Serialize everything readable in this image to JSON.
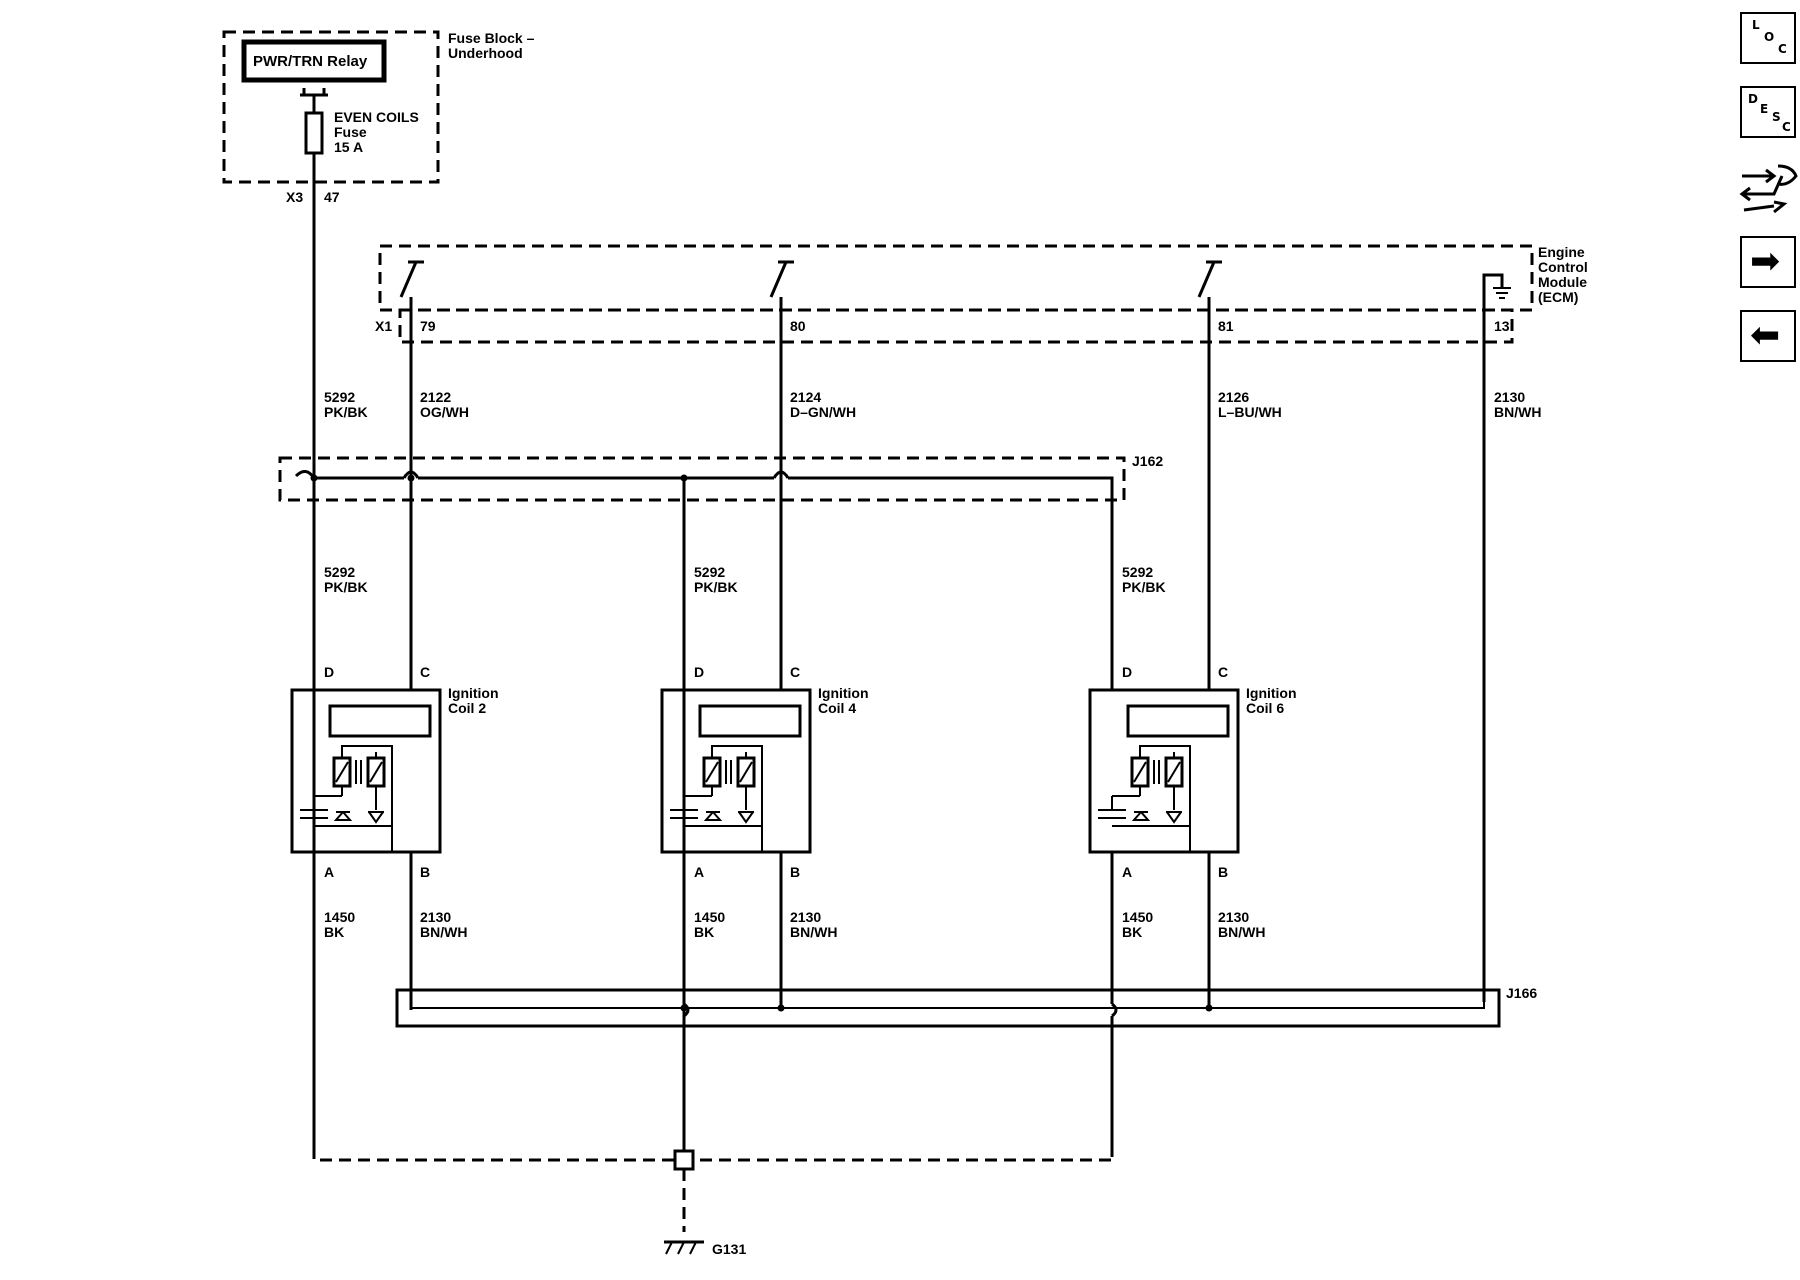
{
  "fuse_block": {
    "relay_label": "PWR/TRN Relay",
    "title_line1": "Fuse Block –",
    "title_line2": "Underhood",
    "fuse_line1": "EVEN COILS",
    "fuse_line2": "Fuse",
    "fuse_line3": "15 A",
    "connector": "X3",
    "pin": "47"
  },
  "ecm": {
    "title_line1": "Engine",
    "title_line2": "Control",
    "title_line3": "Module",
    "title_line4": "(ECM)",
    "connector": "X1",
    "pins": [
      "79",
      "80",
      "81",
      "13"
    ]
  },
  "circuits_top": [
    {
      "number": "5292",
      "color": "PK/BK"
    },
    {
      "number": "2122",
      "color": "OG/WH"
    },
    {
      "number": "2124",
      "color": "D–GN/WH"
    },
    {
      "number": "2126",
      "color": "L–BU/WH"
    },
    {
      "number": "2130",
      "color": "BN/WH"
    }
  ],
  "splice_top": "J162",
  "splice_bottom": "J166",
  "coils": [
    {
      "name_line1": "Ignition",
      "name_line2": "Coil 2",
      "pin_d": "D",
      "pin_c": "C",
      "pin_a": "A",
      "pin_b": "B",
      "feed": {
        "number": "5292",
        "color": "PK/BK"
      },
      "ground": {
        "number": "1450",
        "color": "BK"
      },
      "low_ref": {
        "number": "2130",
        "color": "BN/WH"
      }
    },
    {
      "name_line1": "Ignition",
      "name_line2": "Coil 4",
      "pin_d": "D",
      "pin_c": "C",
      "pin_a": "A",
      "pin_b": "B",
      "feed": {
        "number": "5292",
        "color": "PK/BK"
      },
      "ground": {
        "number": "1450",
        "color": "BK"
      },
      "low_ref": {
        "number": "2130",
        "color": "BN/WH"
      }
    },
    {
      "name_line1": "Ignition",
      "name_line2": "Coil 6",
      "pin_d": "D",
      "pin_c": "C",
      "pin_a": "A",
      "pin_b": "B",
      "feed": {
        "number": "5292",
        "color": "PK/BK"
      },
      "ground": {
        "number": "1450",
        "color": "BK"
      },
      "low_ref": {
        "number": "2130",
        "color": "BN/WH"
      }
    }
  ],
  "ground_label": "G131",
  "nav": {
    "loc": {
      "l1": "L",
      "l2": "O",
      "l3": "C"
    },
    "desc": {
      "l1": "D",
      "l2": "E",
      "l3": "S",
      "l4": "C"
    },
    "next_icon": "right-arrow-icon",
    "prev_icon": "left-arrow-icon"
  }
}
